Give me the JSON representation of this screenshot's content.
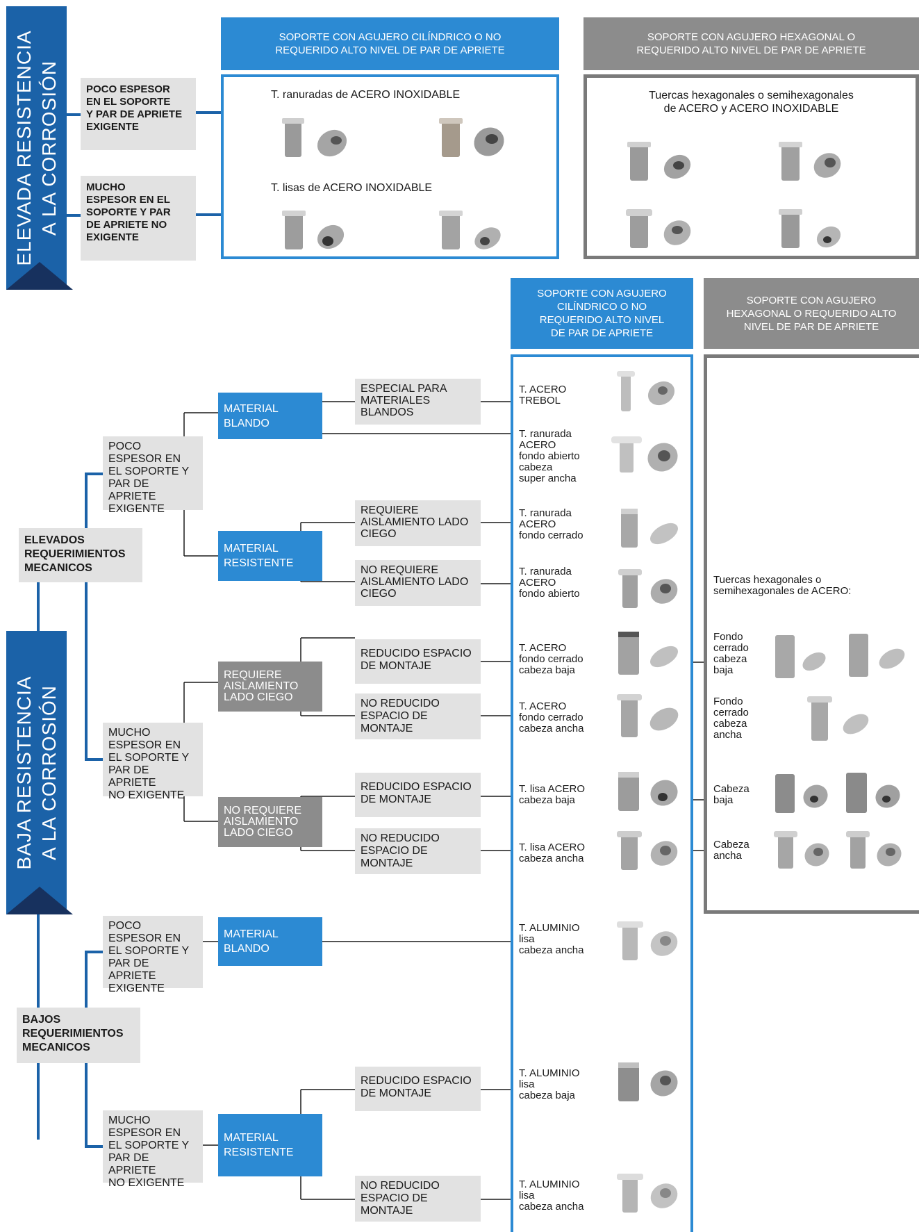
{
  "side_top": {
    "label": "ELEVADA RESISTENCIA\nA LA CORROSIÓN"
  },
  "side_bottom": {
    "label": "BAJA RESISTENCIA\nA LA CORROSIÓN"
  },
  "top": {
    "header_blue": "SOPORTE CON AGUJERO CILÍNDRICO O NO\nREQUERIDO ALTO NIVEL DE PAR DE APRIETE",
    "header_grey": "SOPORTE CON AGUJERO HEXAGONAL O\nREQUERIDO ALTO NIVEL DE PAR DE APRIETE",
    "cond1": "POCO ESPESOR\nEN EL SOPORTE\nY PAR DE APRIETE\nEXIGENTE",
    "cond2": "MUCHO\nESPESOR EN EL\nSOPORTE Y PAR\nDE APRIETE NO\nEXIGENTE",
    "ranuradas": "T. ranuradas de ACERO INOXIDABLE",
    "lisas": "T. lisas de ACERO INOXIDABLE",
    "hex": "Tuercas hexagonales o semihexagonales\nde ACERO y ACERO INOXIDABLE"
  },
  "bottom": {
    "header_blue": "SOPORTE CON AGUJERO\nCILÍNDRICO  O NO\nREQUERIDO ALTO NIVEL\nDE PAR DE APRIETE",
    "header_grey": "SOPORTE CON AGUJERO\nHEXAGONAL O REQUERIDO ALTO\nNIVEL DE PAR DE APRIETE",
    "elevados": "ELEVADOS\nREQUERIMIENTOS\nMECANICOS",
    "bajos": "BAJOS\nREQUERIMIENTOS\nMECANICOS",
    "poco1": "POCO\nESPESOR EN\nEL SOPORTE Y\nPAR DE APRIETE\nEXIGENTE",
    "mucho1": "MUCHO\nESPESOR EN\nEL SOPORTE Y\nPAR DE APRIETE\nNO EXIGENTE",
    "poco2": "POCO\nESPESOR EN\nEL SOPORTE Y\nPAR DE APRIETE\nEXIGENTE",
    "mucho2": "MUCHO\nESPESOR EN\nEL SOPORTE Y\nPAR DE APRIETE\nNO EXIGENTE",
    "mat_blando1": "MATERIAL\nBLANDO",
    "mat_resist1": "MATERIAL\nRESISTENTE",
    "req_aisl": "REQUIERE\nAISLAMIENTO\nLADO CIEGO",
    "no_req_aisl": "NO REQUIERE\nAISLAMIENTO\nLADO CIEGO",
    "mat_blando2": "MATERIAL\nBLANDO",
    "mat_resist2": "MATERIAL\nRESISTENTE",
    "especial": "ESPECIAL PARA\nMATERIALES\nBLANDOS",
    "requiere_aisl": "REQUIERE\nAISLAMIENTO LADO\nCIEGO",
    "no_requiere_aisl": "NO REQUIERE\nAISLAMIENTO LADO\nCIEGO",
    "red1": "REDUCIDO ESPACIO\nDE MONTAJE",
    "nored1": "NO REDUCIDO\nESPACIO DE\nMONTAJE",
    "red2": "REDUCIDO ESPACIO\nDE MONTAJE",
    "nored2": "NO REDUCIDO\nESPACIO DE\nMONTAJE",
    "red3": "REDUCIDO ESPACIO\nDE MONTAJE",
    "nored3": "NO REDUCIDO\nESPACIO DE\nMONTAJE",
    "p1": "T. ACERO\nTREBOL",
    "p2": "T. ranurada\nACERO\nfondo abierto\ncabeza\nsuper ancha",
    "p3": "T. ranurada\nACERO\nfondo cerrado",
    "p4": "T. ranurada\nACERO\nfondo abierto",
    "p5": "T. ACERO\nfondo cerrado\ncabeza baja",
    "p6": "T. ACERO\nfondo cerrado\ncabeza ancha",
    "p7": "T. lisa ACERO\ncabeza baja",
    "p8": "T. lisa ACERO\ncabeza ancha",
    "p9": "T. ALUMINIO\nlisa\ncabeza ancha",
    "p10": "T. ALUMINIO\nlisa\ncabeza baja",
    "p11": "T. ALUMINIO\nlisa\ncabeza ancha",
    "hex_title": "Tuercas hexagonales o\nsemihexagonales de ACERO:",
    "h1": "Fondo\ncerrado\ncabeza\nbaja",
    "h2": "Fondo\ncerrado\ncabeza\nancha",
    "h3": "Cabeza\nbaja",
    "h4": "Cabeza\nancha"
  }
}
